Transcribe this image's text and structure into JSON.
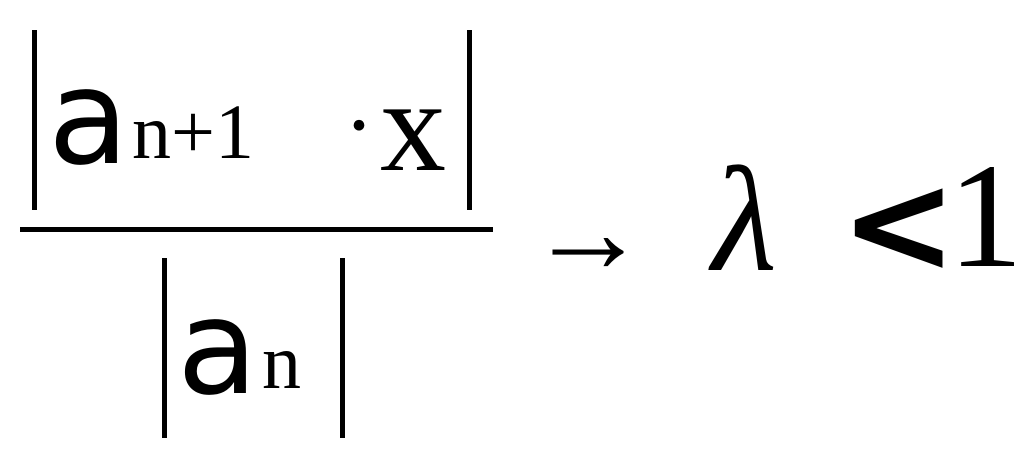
{
  "formula": {
    "numerator": {
      "base": "a",
      "subscript": "n+1",
      "operator": "·",
      "variable": "x"
    },
    "denominator": {
      "base": "a",
      "subscript": "n"
    },
    "arrow": "→",
    "lambda": "λ",
    "relation": "<",
    "rhs": "1"
  }
}
